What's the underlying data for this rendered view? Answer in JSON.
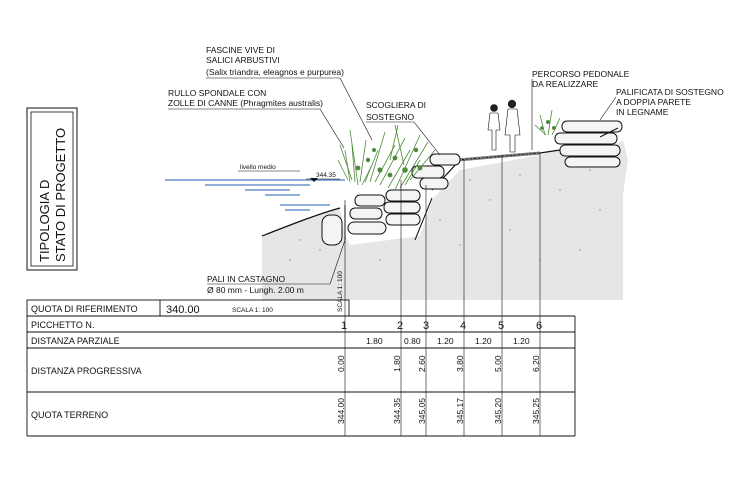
{
  "title": {
    "line1": "TIPOLOGIA D",
    "line2": "STATO DI PROGETTO"
  },
  "labels": {
    "fascine": "FASCINE VIVE DI",
    "fascine2": "SALICI ARBUSTIVI",
    "fascine3": "(Salix triandra, eleagnos e purpurea)",
    "rullo": "RULLO SPONDALE CON",
    "rullo2": "ZOLLE DI CANNE (Phragmites australis)",
    "scogliera": "SCOGLIERA DI",
    "scogliera2": "SOSTEGNO",
    "percorso": "PERCORSO PEDONALE",
    "percorso2": "DA REALIZZARE",
    "palificata": "PALIFICATA DI SOSTEGNO",
    "palificata2": "A DOPPIA PARETE",
    "palificata3": "IN LEGNAME",
    "livello": "livello medio",
    "livello_val": "344.35",
    "pali": "PALI IN CASTAGNO",
    "pali2": "Ø 80 mm - Lungh. 2.00 m",
    "scala_vert": "SCALA 1: 100",
    "scala_h": "SCALA 1:   100"
  },
  "table": {
    "quota_rif_label": "QUOTA DI RIFERIMENTO",
    "quota_rif_value": "340.00",
    "rows": {
      "picchetto": "PICCHETTO N.",
      "parziale": "DISTANZA PARZIALE",
      "progressiva": "DISTANZA PROGRESSIVA",
      "quota": "QUOTA TERRENO"
    },
    "stations": [
      {
        "n": "1",
        "progressiva": "0.00",
        "quota": "344.00"
      },
      {
        "n": "2",
        "progressiva": "1.80",
        "quota": "344.35"
      },
      {
        "n": "3",
        "progressiva": "2.60",
        "quota": "345.05"
      },
      {
        "n": "4",
        "progressiva": "3.80",
        "quota": "345.17"
      },
      {
        "n": "5",
        "progressiva": "5.00",
        "quota": "345.20"
      },
      {
        "n": "6",
        "progressiva": "6.20",
        "quota": "345.25"
      }
    ],
    "parziali": [
      "1.80",
      "0.80",
      "1.20",
      "1.20",
      "1.20"
    ]
  },
  "colors": {
    "water": "#1f5fb5",
    "vegetation": "#4e8a3a",
    "line": "#111111"
  }
}
